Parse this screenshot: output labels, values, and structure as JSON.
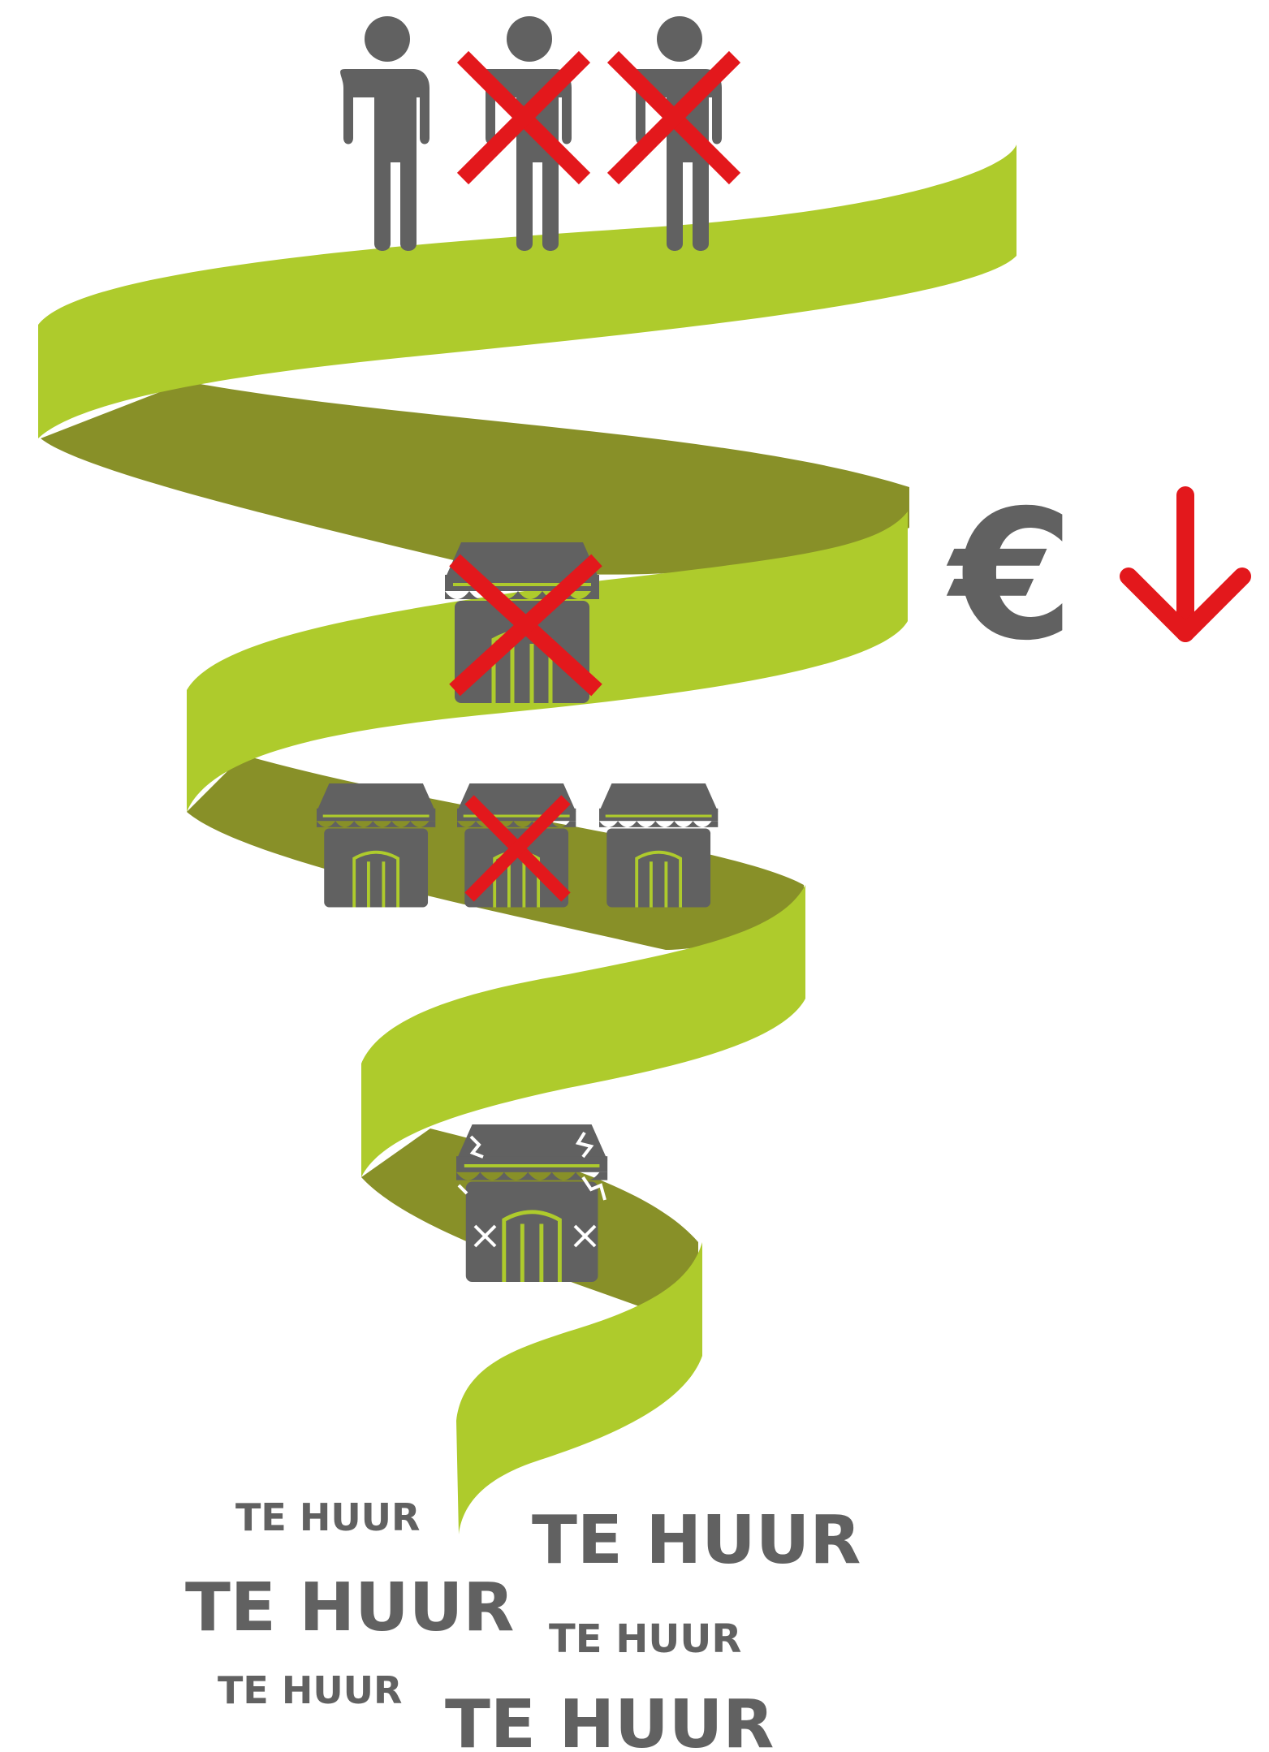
{
  "diagram": {
    "colors": {
      "ribbon_light": "#AECB2C",
      "ribbon_dark": "#889028",
      "icon_gray": "#616161",
      "cross_red": "#E3181C"
    },
    "people": [
      {
        "icon": "person-icon",
        "crossed": false
      },
      {
        "icon": "person-icon",
        "crossed": true
      },
      {
        "icon": "person-icon",
        "crossed": true
      }
    ],
    "price_indicator": {
      "symbol": "€",
      "arrow": "arrow-down-icon"
    },
    "shops_level1": [
      {
        "icon": "shop-icon",
        "crossed": true
      }
    ],
    "shops_level2": [
      {
        "icon": "shop-icon",
        "crossed": false
      },
      {
        "icon": "shop-icon",
        "crossed": true
      },
      {
        "icon": "shop-icon",
        "crossed": false
      }
    ],
    "shops_level3": [
      {
        "icon": "damaged-shop-icon",
        "crossed": false
      }
    ],
    "rent_labels": [
      "TE HUUR",
      "TE HUUR",
      "TE HUUR",
      "TE HUUR",
      "TE HUUR",
      "TE HUUR"
    ]
  }
}
